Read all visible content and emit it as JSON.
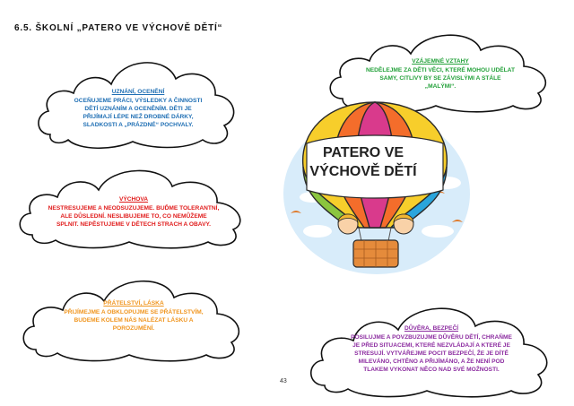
{
  "heading": "6.5.  ŠKOLNÍ  „PATERO  VE  VÝCHOVĚ  DĚTÍ“",
  "balloon_title_line1": "PATERO VE",
  "balloon_title_line2": "VÝCHOVĚ DĚTÍ",
  "page_number": "43",
  "colors": {
    "blue": "#1f6fb4",
    "red": "#e01b1b",
    "orange": "#f0951e",
    "green": "#23a13a",
    "purple": "#8c2ca0"
  },
  "clouds": {
    "uznani": {
      "title": "UZNÁNÍ, OCENĚNÍ",
      "lines": [
        "OCEŇUJEME PRÁCI, VÝSLEDKY A ČINNOSTI",
        "DĚTÍ UZNÁNÍM A OCENĚNÍM. DĚTI JE",
        "PŘIJÍMAJÍ LÉPE NEŽ DROBNÉ DÁRKY,",
        "SLADKOSTI A „PRÁZDNÉ“ POCHVALY."
      ]
    },
    "vychova": {
      "title": "VÝCHOVA",
      "lines": [
        "NESTRESUJEME A NEODSUZUJEME.  BUĎME TOLERANTNÍ,",
        "ALE DŮSLEDNÍ.  NESLIBUJEME TO, CO NEMŮŽEME",
        "SPLNIT. NEPĚSTUJEME V DĚTECH STRACH A OBAVY."
      ]
    },
    "pratelstvi": {
      "title": "PŘÁTELSTVÍ, LÁSKA",
      "lines": [
        "PŘIJÍMEJME A OBKLOPUJME SE PŘÁTELSTVÍM,",
        "BUDEME KOLEM NÁS NALÉZAT LÁSKU A",
        "POROZUMĚNÍ."
      ]
    },
    "vztahy": {
      "title": "VZÁJEMNÉ VZTAHY",
      "lines": [
        "NEDĚLEJME ZA DĚTI VĚCI, KTERÉ MOHOU UDĚLAT",
        "SAMY, CITLIVY BY SE ZÁVISLÝMI A STÁLE",
        "„MALÝMI“."
      ]
    },
    "duvera": {
      "title": "DŮVĚRA, BEZPEČÍ",
      "lines": [
        "POSILUJME A POVZBUZUJME DŮVĚRU DĚTÍ, CHRAŇME",
        "JE PŘED SITUACEMI, KTERÉ NEZVLÁDAJÍ A KTERÉ JE",
        "STRESUJÍ. VYTVÁŘEJME POCIT BEZPEČÍ, ŽE JE DÍTĚ",
        "MILEVÁNO, CHTĚNO A PŘIJÍMÁNO, A ŽE NENÍ POD",
        "TLAKEM VYKONAT NĚCO NAD SVÉ MOŽNOSTI."
      ]
    }
  }
}
